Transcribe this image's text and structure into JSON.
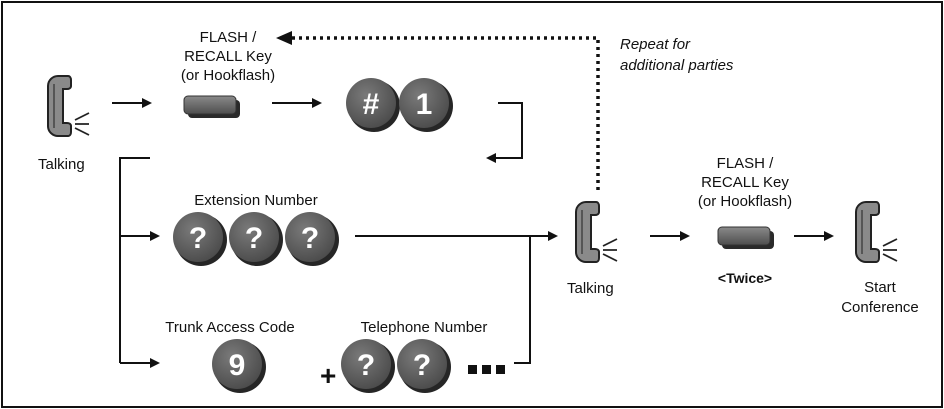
{
  "labels": {
    "talking_1": "Talking",
    "flash_1": [
      "FLASH /",
      "RECALL Key",
      "(or Hookflash)"
    ],
    "extension_number": "Extension Number",
    "trunk_access_code": "Trunk Access Code",
    "telephone_number": "Telephone Number",
    "plus": "+",
    "repeat": [
      "Repeat for",
      "additional parties"
    ],
    "talking_2": "Talking",
    "flash_2": [
      "FLASH /",
      "RECALL Key",
      "(or Hookflash)"
    ],
    "twice": "<Twice>",
    "start_conference": [
      "Start",
      "Conference"
    ]
  },
  "keys": {
    "hash": "#",
    "one": "1",
    "unknown": "?",
    "nine": "9"
  },
  "icons": [
    "handset-icon",
    "flash-key-icon",
    "keypad-button-icon",
    "ellipsis-dots-icon"
  ],
  "colors": {
    "key_fill": "#5a5a5a",
    "key_shadow": "#262626",
    "line": "#111111",
    "flash_key": "#6b6b6b"
  }
}
